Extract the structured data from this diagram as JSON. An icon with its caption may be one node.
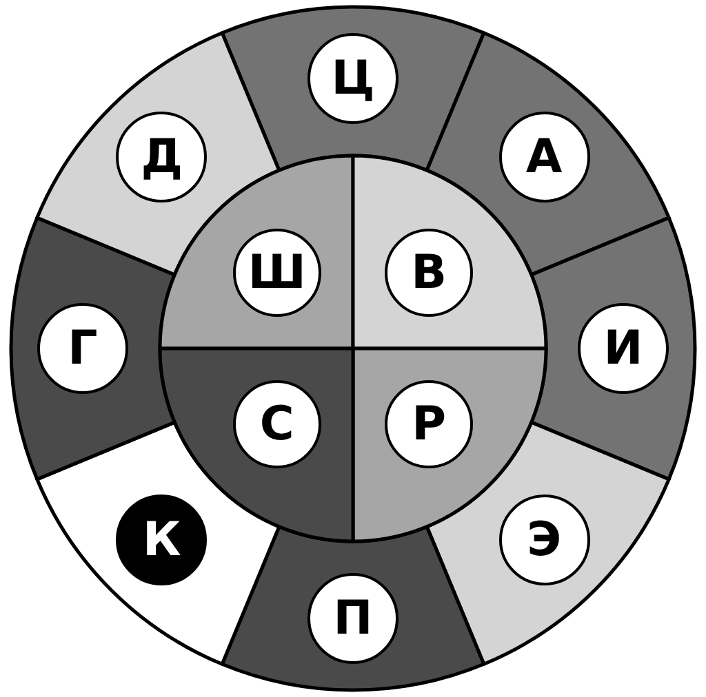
{
  "diagram": {
    "nodes": [
      {
        "text": [
          "Ц"
        ]
      },
      {
        "text": [
          "А"
        ]
      },
      {
        "text": [
          "И"
        ]
      },
      {
        "text": [
          "Э"
        ]
      },
      {
        "text": [
          "П"
        ]
      },
      {
        "text": [
          "К"
        ]
      },
      {
        "text": [
          "Г"
        ]
      },
      {
        "text": [
          "Д"
        ]
      },
      {
        "text": [
          "Ш"
        ]
      },
      {
        "text": [
          "В"
        ]
      },
      {
        "text": [
          "Р"
        ]
      },
      {
        "text": [
          "С"
        ]
      }
    ]
  }
}
